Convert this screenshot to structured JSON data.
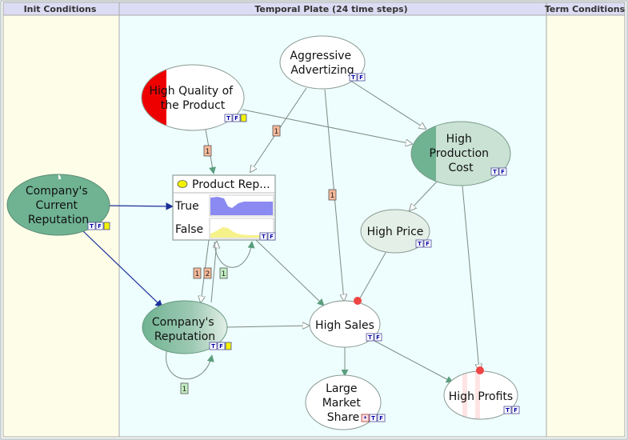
{
  "header": {
    "init": "Init Conditions",
    "temporal": "Temporal Plate (24 time steps)",
    "term": "Term Conditions"
  },
  "nodes": {
    "aggressive_advertizing": [
      "Aggressive",
      "Advertizing"
    ],
    "high_quality": [
      "High Quality of",
      "the Product"
    ],
    "high_production_cost": [
      "High",
      "Production",
      "Cost"
    ],
    "companys_current_reputation": [
      "Company's",
      "Current",
      "Reputation"
    ],
    "product_reputation": {
      "title": "Product Rep...",
      "states": [
        "True",
        "False"
      ]
    },
    "high_price": [
      "High Price"
    ],
    "companys_reputation": [
      "Company's",
      "Reputation"
    ],
    "high_sales": [
      "High Sales"
    ],
    "large_market_share": [
      "Large",
      "Market",
      "Share"
    ],
    "high_profits": [
      "High Profits"
    ]
  },
  "arc_labels": {
    "adv_to_prodrep": "1",
    "adv_to_sales": "1",
    "quality_to_prodrep": "1",
    "prodrep_to_comprep": "1",
    "comprep_to_prodrep": "2",
    "prodrep_self": "1",
    "comprep_self": "1"
  },
  "colors": {
    "header_bg": "#dcdcf4",
    "side_bg": "#fdfde8",
    "temporal_bg": "#eefdfd",
    "node_dark": "#6fb392",
    "node_light": "#c9e2d4",
    "node_pale": "#e3efe7",
    "quality_red": "#ee0000",
    "arrow_green": "#5a9e7d",
    "arrow_blue": "#1a2f9a",
    "label_orange": "#f6b99a",
    "label_green": "#c2eec2",
    "sales_dot": "#ee4444"
  }
}
